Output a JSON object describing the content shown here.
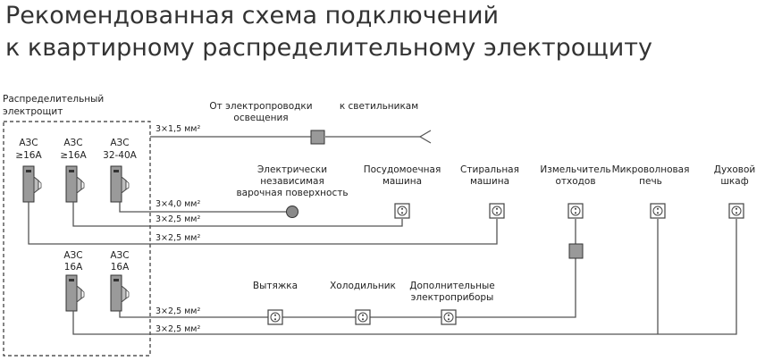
{
  "title": {
    "line1": "Рекомендованная схема подключений",
    "line2": "к квартирному распределительному электрощиту"
  },
  "panel": {
    "label_line1": "Распределительный",
    "label_line2": "электрощит"
  },
  "breakers": [
    {
      "line1": "АЗС",
      "line2": "≥16А"
    },
    {
      "line1": "АЗС",
      "line2": "≥16А"
    },
    {
      "line1": "АЗС",
      "line2": "32-40А"
    },
    {
      "line1": "АЗС",
      "line2": "16А"
    },
    {
      "line1": "АЗС",
      "line2": "16А"
    }
  ],
  "cables": {
    "lighting": "3×1,5 мм²",
    "stove": "3×4,0 мм²",
    "dishwasher": "3×2,5 мм²",
    "washer": "3×2,5 мм²",
    "group1": "3×2,5 мм²",
    "group2": "3×2,5 мм²"
  },
  "labels": {
    "lighting_source_1": "От электропроводки",
    "lighting_source_2": "освещения",
    "to_lamps": "к светильникам",
    "stove_1": "Электрически",
    "stove_2": "независимая",
    "stove_3": "варочная поверхность",
    "dishwasher_1": "Посудомоечная",
    "dishwasher_2": "машина",
    "washer_1": "Стиральная",
    "washer_2": "машина",
    "disposer_1": "Измельчитель",
    "disposer_2": "отходов",
    "microwave_1": "Микроволновая",
    "microwave_2": "печь",
    "oven_1": "Духовой",
    "oven_2": "шкаф",
    "hood": "Вытяжка",
    "fridge": "Холодильник",
    "extra_1": "Дополнительные",
    "extra_2": "электроприборы"
  },
  "colors": {
    "wire": "#555555",
    "breaker_fill": "#9a9a9a",
    "box_fill": "#999999",
    "socket_stroke": "#444444"
  }
}
